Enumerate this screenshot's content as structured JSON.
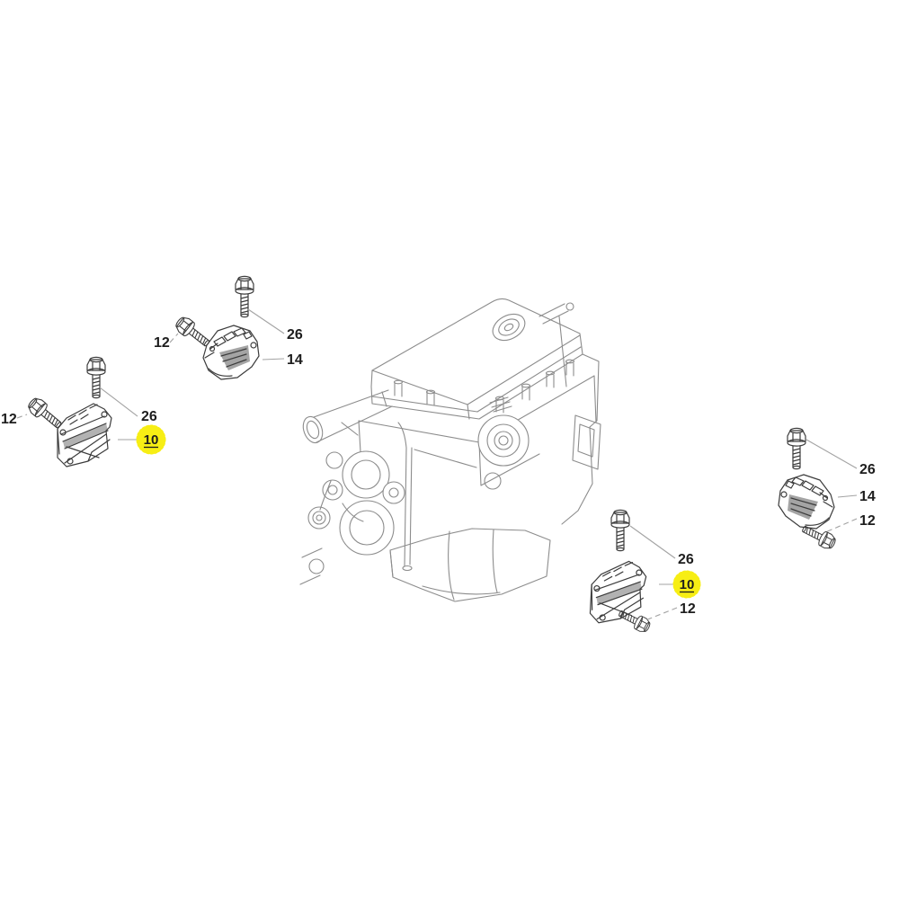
{
  "diagram": {
    "background_color": "#ffffff",
    "highlight_color": "#f7ee14",
    "label_color": "#1d1d1d",
    "groups": {
      "top_left": {
        "bolt_side_label": "12",
        "bolt_top_label": "26",
        "mount_label": "14",
        "mount_highlighted": false
      },
      "mid_left": {
        "bolt_side_label": "12",
        "bolt_top_label": "26",
        "mount_label": "10",
        "mount_highlighted": true
      },
      "right": {
        "bolt_top_label": "26",
        "mount_label": "14",
        "bolt_side_label": "12",
        "mount_highlighted": false
      },
      "bottom_center": {
        "bolt_top_label": "26",
        "mount_label": "10",
        "bolt_side_label": "12",
        "mount_highlighted": true
      }
    }
  }
}
